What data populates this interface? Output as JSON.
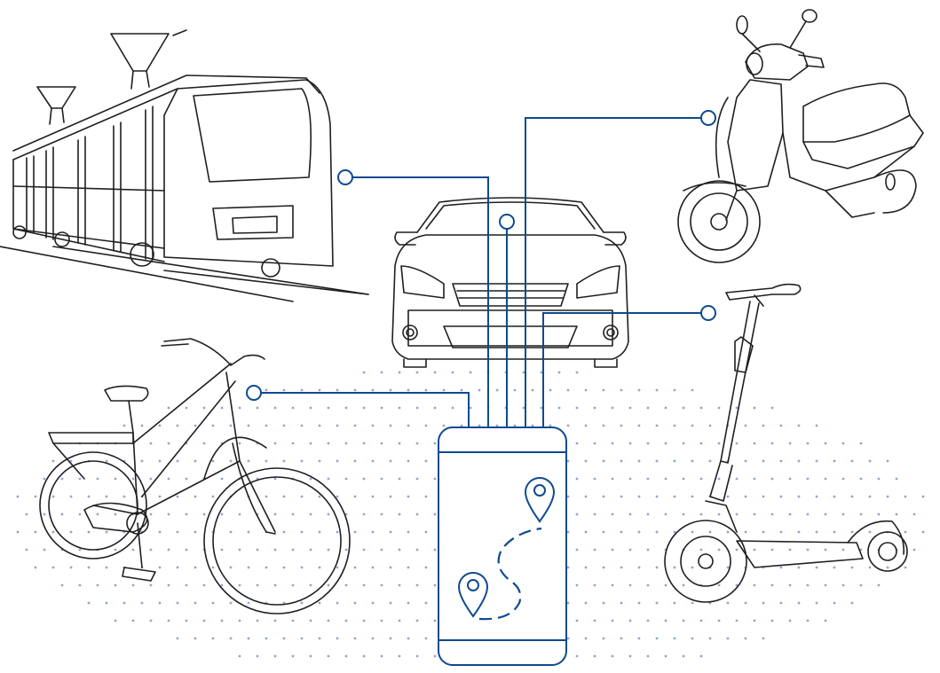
{
  "illustration": {
    "theme": "mobility-app",
    "colors": {
      "line_art": "#1f1f1f",
      "connector": "#0e4a8f",
      "dots": "#8fa6cf",
      "background": "#ffffff"
    },
    "vehicles": [
      {
        "name": "tram",
        "icon": "tram-icon"
      },
      {
        "name": "car",
        "icon": "car-icon"
      },
      {
        "name": "scooter",
        "icon": "motor-scooter-icon"
      },
      {
        "name": "bicycle",
        "icon": "bicycle-icon"
      },
      {
        "name": "e-scooter",
        "icon": "kick-scooter-icon"
      }
    ],
    "hub": {
      "name": "smartphone",
      "icon": "smartphone-map-icon",
      "pins": [
        "start-pin-icon",
        "destination-pin-icon"
      ]
    }
  }
}
